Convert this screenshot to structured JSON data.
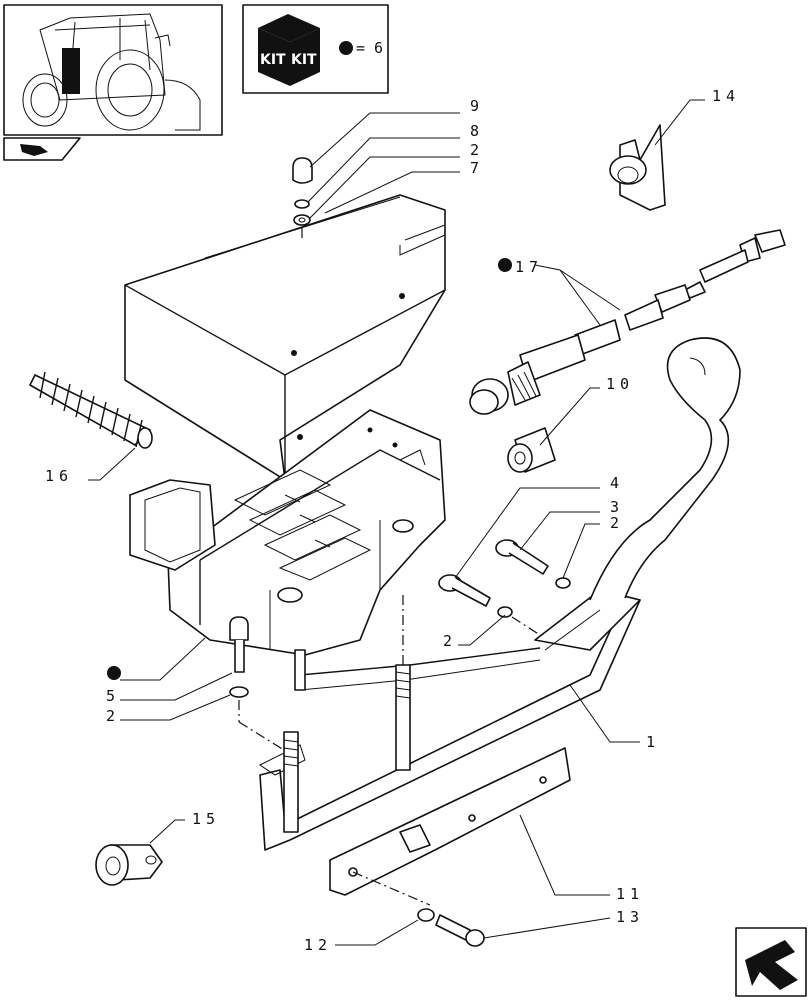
{
  "kit_legend": {
    "box_left_text": "KIT",
    "box_right_text": "KIT",
    "dot_value_text": "= 6"
  },
  "callouts": [
    {
      "id": "c9",
      "text": "9"
    },
    {
      "id": "c8",
      "text": "8"
    },
    {
      "id": "c2a",
      "text": "2"
    },
    {
      "id": "c7",
      "text": "7"
    },
    {
      "id": "c14",
      "text": "14"
    },
    {
      "id": "c17",
      "text": "17"
    },
    {
      "id": "c10",
      "text": "10"
    },
    {
      "id": "c16",
      "text": "16"
    },
    {
      "id": "c4",
      "text": "4"
    },
    {
      "id": "c3",
      "text": "3"
    },
    {
      "id": "c2b",
      "text": "2"
    },
    {
      "id": "c2c",
      "text": "2"
    },
    {
      "id": "c5",
      "text": "5"
    },
    {
      "id": "c2d",
      "text": "2"
    },
    {
      "id": "c1",
      "text": "1"
    },
    {
      "id": "c15",
      "text": "15"
    },
    {
      "id": "c11",
      "text": "11"
    },
    {
      "id": "c13",
      "text": "13"
    },
    {
      "id": "c12",
      "text": "12"
    }
  ],
  "colors": {
    "ink": "#111111",
    "paper": "#ffffff"
  },
  "icons": [
    "tractor-thumbnail-icon",
    "kit-box-icon",
    "kit-dot-icon",
    "book-nav-icon",
    "next-page-arrow-icon"
  ]
}
